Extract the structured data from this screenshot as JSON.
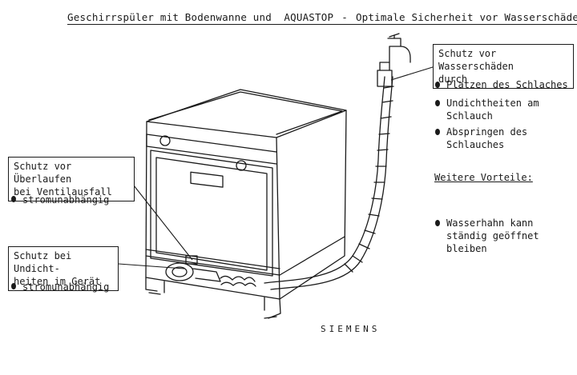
{
  "title": {
    "left": "Geschirrspüler mit Bodenwanne und  AQUASTOP",
    "dash": "-",
    "right": "Optimale Sicherheit vor Wasserschäden"
  },
  "left_boxes": {
    "overflow": {
      "line1": "Schutz vor Überlaufen",
      "line2": "bei Ventilausfall",
      "bullet": "stromunabhängig"
    },
    "leak": {
      "line1": "Schutz bei Undicht-",
      "line2": "heiten im Gerät",
      "bullet": "stromunabhängig"
    }
  },
  "right_box": {
    "line1": "Schutz vor Wasserschäden",
    "line2": "durch",
    "bullets": [
      {
        "line1": "Platzen des Schlaches",
        "line2": ""
      },
      {
        "line1": "Undichtheiten am",
        "line2": "Schlauch"
      },
      {
        "line1": "Abspringen des",
        "line2": "Schlauches"
      }
    ]
  },
  "advantages": {
    "heading": "Weitere Vorteile:",
    "bullet_line1": "Wasserhahn kann",
    "bullet_line2": "ständig geöffnet",
    "bullet_line3": "bleiben"
  },
  "brand": "SIEMENS",
  "colors": {
    "ink": "#1a1a1a",
    "paper": "#ffffff"
  }
}
